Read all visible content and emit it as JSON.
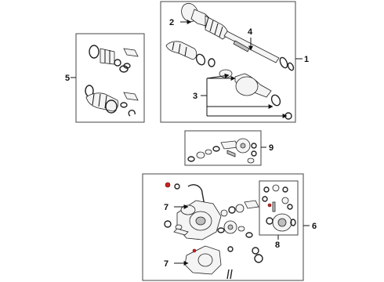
{
  "callouts": {
    "c1": "1",
    "c2": "2",
    "c3": "3",
    "c4": "4",
    "c5": "5",
    "c6": "6",
    "c7a": "7",
    "c7b": "7",
    "c8": "8",
    "c9": "9"
  },
  "colors": {
    "line": "#222222",
    "accent_red": "#cc2222",
    "part_fill": "#f4f4f4"
  }
}
